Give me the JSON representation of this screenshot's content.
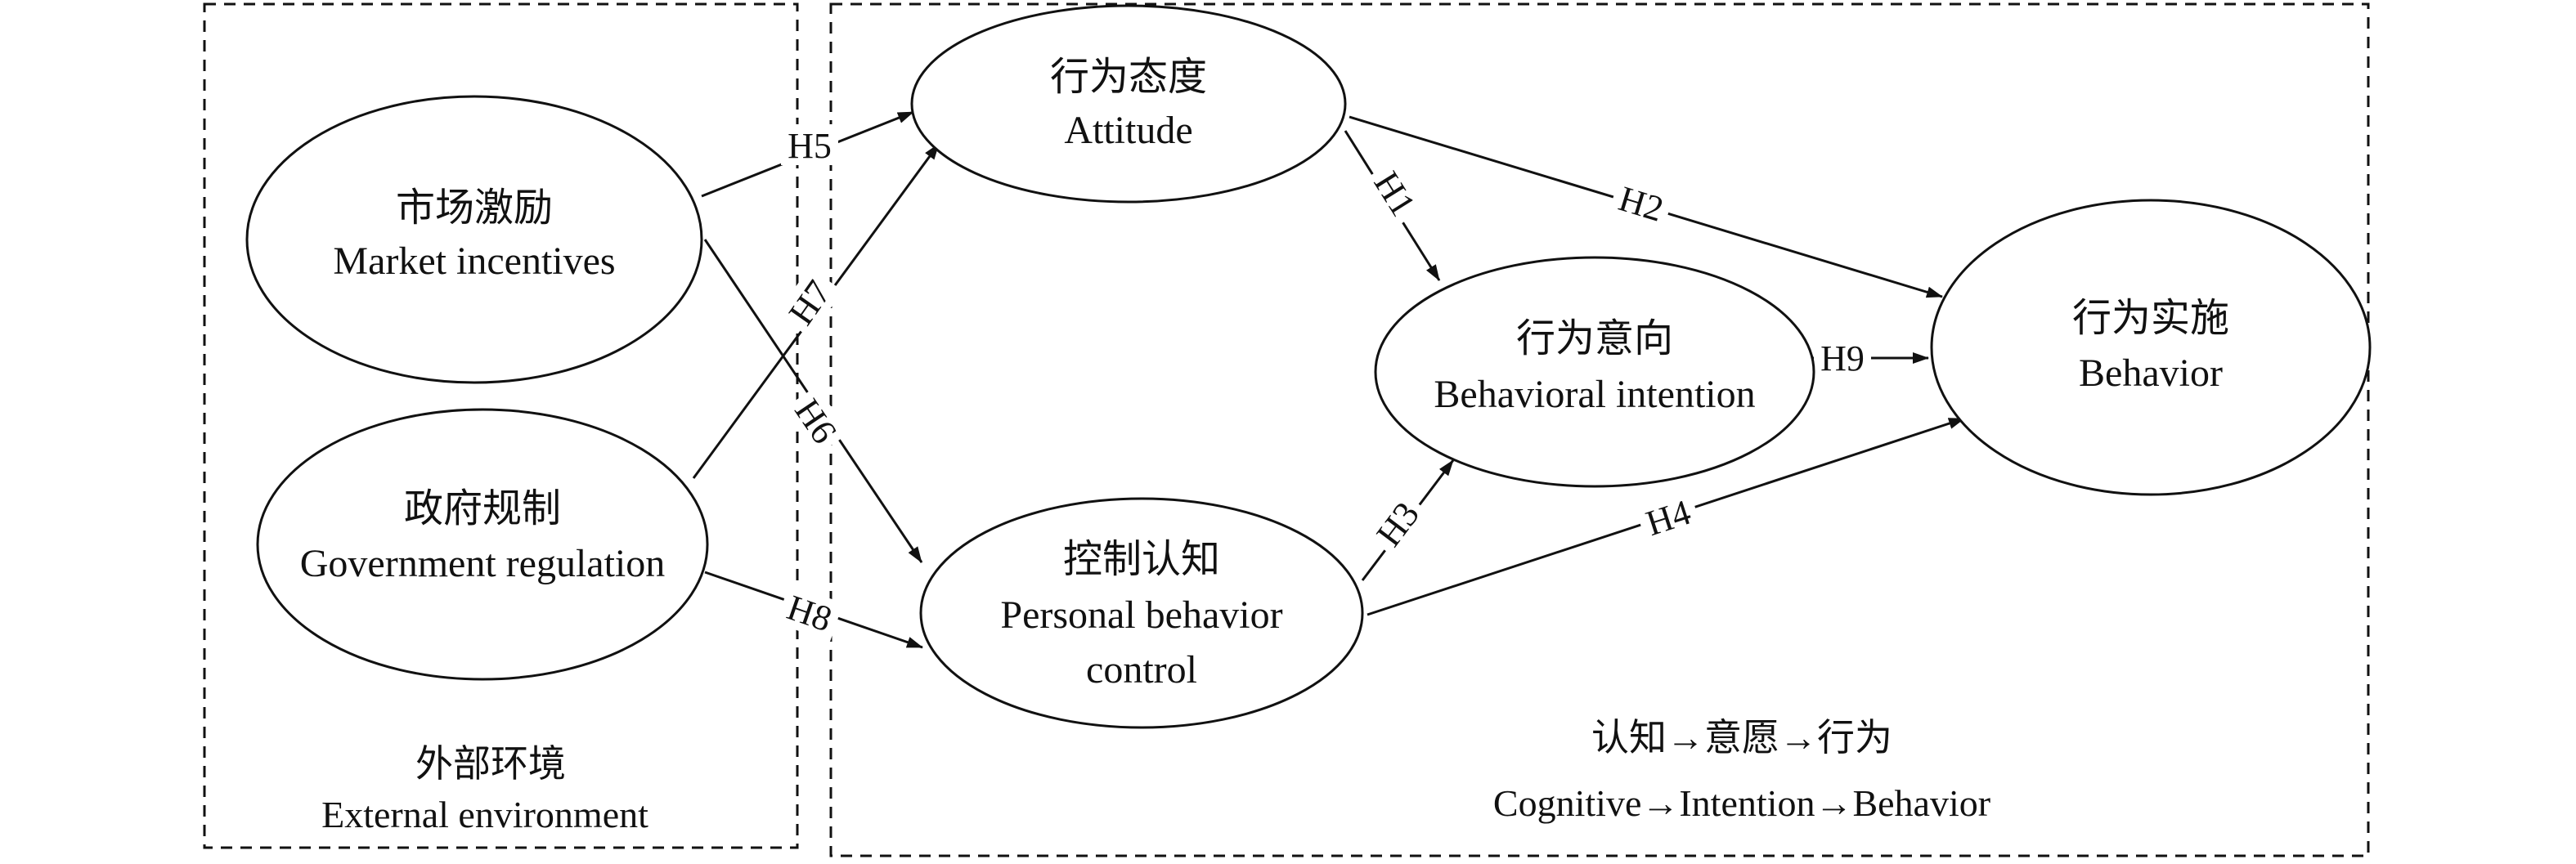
{
  "regions": {
    "external": {
      "label_zh": "外部环境",
      "label_en": "External environment"
    },
    "cognitive": {
      "label_zh": "认知→意愿→行为",
      "label_en": "Cognitive→Intention→Behavior"
    }
  },
  "nodes": {
    "market": {
      "zh": "市场激励",
      "en": "Market incentives"
    },
    "gov": {
      "zh": "政府规制",
      "en": "Government regulation"
    },
    "attitude": {
      "zh": "行为态度",
      "en": "Attitude"
    },
    "control": {
      "zh": "控制认知",
      "en": "Personal behavior",
      "en2": "control"
    },
    "intention": {
      "zh": "行为意向",
      "en": "Behavioral intention"
    },
    "behavior": {
      "zh": "行为实施",
      "en": "Behavior"
    }
  },
  "edges": {
    "h1": {
      "label": "H1",
      "from": "attitude",
      "to": "intention"
    },
    "h2": {
      "label": "H2",
      "from": "attitude",
      "to": "behavior"
    },
    "h3": {
      "label": "H3",
      "from": "control",
      "to": "intention"
    },
    "h4": {
      "label": "H4",
      "from": "control",
      "to": "behavior"
    },
    "h5": {
      "label": "H5",
      "from": "market",
      "to": "attitude"
    },
    "h6": {
      "label": "H6",
      "from": "market",
      "to": "control"
    },
    "h7": {
      "label": "H7",
      "from": "gov",
      "to": "attitude"
    },
    "h8": {
      "label": "H8",
      "from": "gov",
      "to": "control"
    },
    "h9": {
      "label": "H9",
      "from": "intention",
      "to": "behavior"
    }
  },
  "colors": {
    "stroke": "#111111",
    "background": "#ffffff"
  }
}
